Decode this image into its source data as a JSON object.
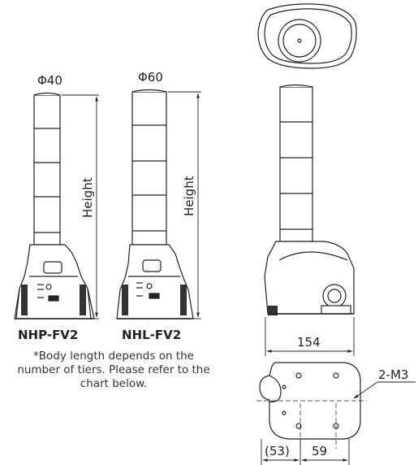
{
  "labels": {
    "dia_left": "Φ40",
    "dia_mid": "Φ60",
    "height_left": "Height",
    "height_mid": "Height",
    "model_left": "NHP-FV2",
    "model_mid": "NHL-FV2",
    "width_dim": "154",
    "dim_53": "(53)",
    "dim_59": "59",
    "tap_label": "2-M3"
  },
  "note": "*Body length depends on the number of tiers. Please refer to the chart below."
}
